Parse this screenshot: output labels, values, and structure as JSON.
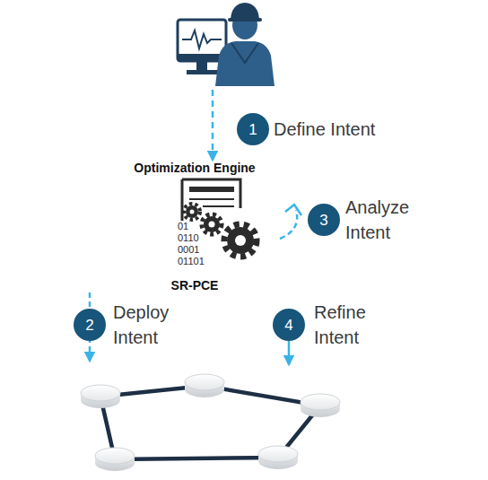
{
  "diagram": {
    "nodes": [
      {
        "text": [
          "1",
          "Define Intent"
        ]
      },
      {
        "text": [
          "3",
          "Analyze Intent"
        ]
      },
      {
        "text": [
          "2",
          "Deploy Intent"
        ]
      },
      {
        "text": [
          "4",
          "Refine Intent"
        ]
      }
    ],
    "labels": [
      "Optimization Engine",
      "01",
      "0110",
      "0001",
      "01101",
      "SR-PCE"
    ]
  }
}
